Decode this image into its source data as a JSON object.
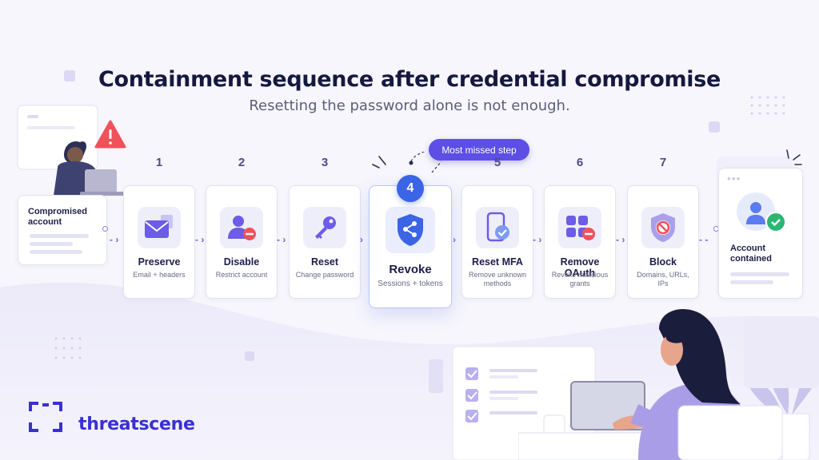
{
  "title": "Containment sequence after credential compromise",
  "subtitle": "Resetting the password alone is not enough.",
  "badge": "Most missed step",
  "start_card": {
    "label": "Compromised account"
  },
  "end_card": {
    "label": "Account contained"
  },
  "steps": [
    {
      "number": "1",
      "title": "Preserve",
      "desc": "Email + headers",
      "icon": "envelope-icon"
    },
    {
      "number": "2",
      "title": "Disable",
      "desc": "Restrict account",
      "icon": "user-minus-icon"
    },
    {
      "number": "3",
      "title": "Reset",
      "desc": "Change password",
      "icon": "key-icon"
    },
    {
      "number": "4",
      "title": "Revoke",
      "desc": "Sessions + tokens",
      "icon": "shield-share-icon",
      "highlight": true
    },
    {
      "number": "5",
      "title": "Reset MFA",
      "desc": "Remove unknown methods",
      "icon": "phone-check-icon"
    },
    {
      "number": "6",
      "title": "Remove OAuth",
      "desc": "Revoke malicious grants",
      "icon": "apps-minus-icon"
    },
    {
      "number": "7",
      "title": "Block",
      "desc": "Domains, URLs, IPs",
      "icon": "shield-block-icon"
    }
  ],
  "brand": {
    "name": "threatscene",
    "color": "#3a2fd3"
  },
  "colors": {
    "accent": "#5d4ee6",
    "highlight": "#3b64e6",
    "warning": "#f0525c",
    "success": "#2bb673"
  }
}
